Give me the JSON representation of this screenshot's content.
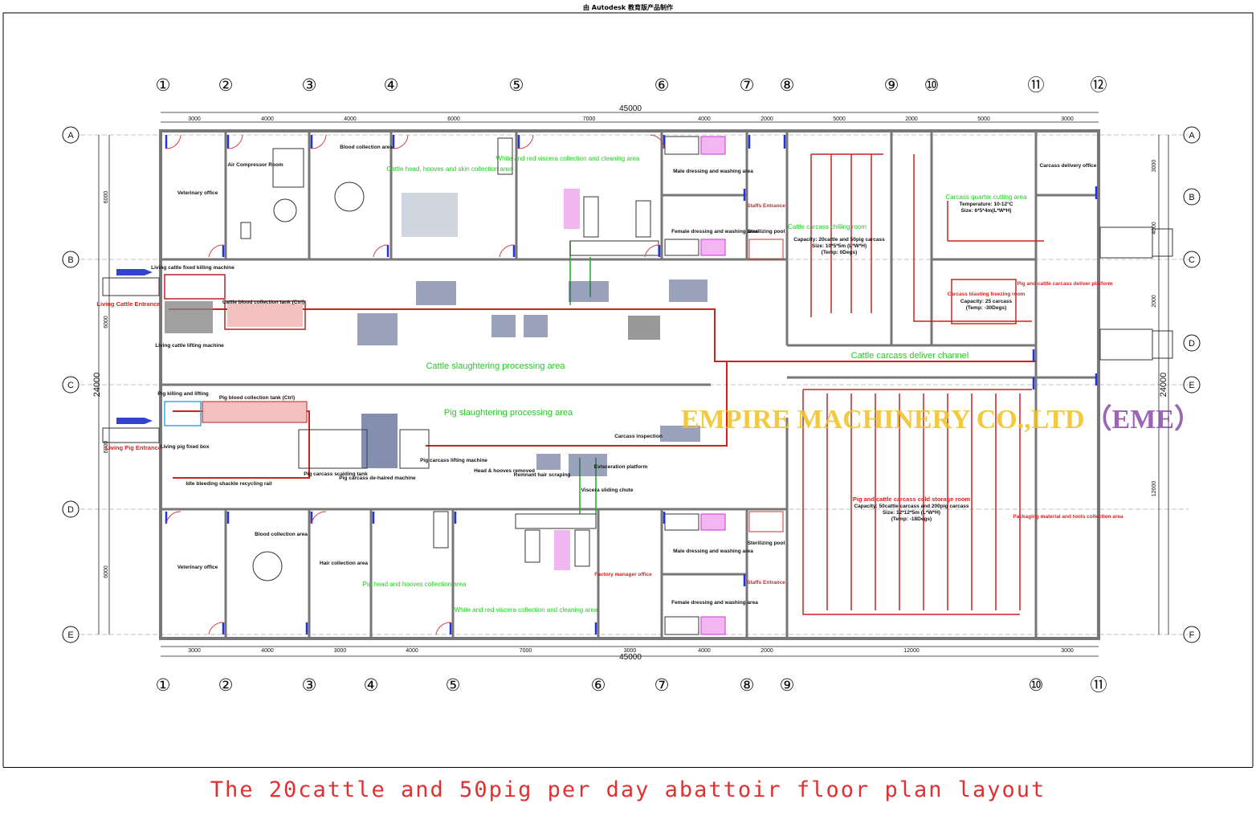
{
  "header_note": "由 Autodesk 教育版产品制作",
  "title": "The 20cattle and 50pig per day abattoir floor plan layout",
  "watermark": {
    "company": "EMPIRE MACHINERY CO.,LTD",
    "suffix": "（EME）"
  },
  "colors": {
    "green_label": "#22cc22",
    "red_label": "#e02020",
    "wall": "#777777",
    "line": "#222222",
    "rail": "#cc2222",
    "door": "#2233dd",
    "watermark": "#f0c020",
    "eme": "#8a4aa8"
  },
  "grid": {
    "top_numbers": [
      "①",
      "②",
      "③",
      "④",
      "⑤",
      "⑥",
      "⑦",
      "⑧",
      "⑨",
      "⑩",
      "⑪",
      "⑫"
    ],
    "bottom_numbers": [
      "①",
      "②",
      "③",
      "④",
      "⑤",
      "⑥",
      "⑦",
      "⑧",
      "⑨",
      "⑩",
      "⑪"
    ],
    "left_letters": [
      "A",
      "B",
      "C",
      "D",
      "E"
    ],
    "right_letters": [
      "A",
      "B",
      "C",
      "D",
      "E",
      "F"
    ]
  },
  "dimensions": {
    "total_width": "45000",
    "total_depth": "24000",
    "top_spans": [
      "3000",
      "4000",
      "4000",
      "6000",
      "7000",
      "4000",
      "2000",
      "5000",
      "2000",
      "5000",
      "3000"
    ],
    "bottom_spans": [
      "3000",
      "4000",
      "3000",
      "4000",
      "7000",
      "3000",
      "4000",
      "2000",
      "12000",
      "3000"
    ],
    "left_spans": [
      "6000",
      "6000",
      "6000",
      "6000"
    ],
    "right_spans": [
      "3000",
      "4000",
      "2000",
      "12000"
    ]
  },
  "labels": {
    "veterinary_office": "Veterinary office",
    "air_compressor": "Air Compressor Room",
    "blood_collection": "Blood collection area",
    "cattle_head": "Cattle head, hooves and skin collection area",
    "white_red_viscera": "White and red viscera collection and cleaning area",
    "male_dressing": "Male dressing and washing area",
    "female_dressing": "Female dressing and washing area",
    "staffs_entrance": "Staffs Entrance",
    "sterilizing_pool": "Sterilizing pool",
    "cattle_chilling": "Cattle carcass chilling room",
    "chilling_spec": "Capacity: 20cattle and 50pig carcass",
    "chilling_size": "Size: 10*5*5m (L*W*H)",
    "chilling_temp": "(Temp: 0Degs)",
    "quarter_cutting": "Carcass quarter cutting area",
    "quarter_temp": "Temperature: 10-12°C",
    "quarter_size": "Size: 6*5*4m(L*W*H)",
    "delivery_office": "Carcass delivery office",
    "deliver_platform": "Pig and cattle carcass deliver platform",
    "blasting_room": "Carcass blasting freezing room",
    "blasting_cap": "Capacity: 25 carcass",
    "blasting_temp": "(Temp: -30Degs)",
    "cattle_deliver_channel": "Cattle carcass deliver channel",
    "living_cattle_entrance": "Living Cattle Entrance",
    "cattle_killing": "Living cattle fixed killing machine",
    "cattle_lifting": "Living cattle lifting machine",
    "cattle_blood_tank": "Cattle blood collection tank (Ctrl)",
    "cattle_area": "Cattle slaughtering processing area",
    "pig_area": "Pig slaughtering processing area",
    "living_pig_entrance": "Living Pig Entrance",
    "pig_killing": "Pig killing and lifting",
    "pig_blood_tank": "Pig blood collection tank (Ctrl)",
    "pig_fixed_box": "Living pig fixed box",
    "pig_scalding": "Pig carcass scalding tank",
    "pig_dehaired": "Pig carcass de-haired machine",
    "pig_lifting": "Pig carcass lifting machine",
    "shackle_rail": "Idle bleeding shackle recycling rail",
    "cold_storage": "Pig and cattle carcass cold storage room",
    "cold_cap": "Capacity: 50cattle carcass and 200pig carcass",
    "cold_size": "Size: 12*12*5m (L*W*H)",
    "cold_temp": "(Temp: -18Degs)",
    "packaging": "Packaging material and tools collection area",
    "hair_collection": "Hair collection area",
    "pig_head": "Pig head and hooves collection area",
    "factory_manager": "Factory manager office",
    "carcass_inspection": "Carcass inspection",
    "evisceration": "Evisceration platform",
    "viscera_chute": "Viscera sliding chute",
    "head_hooves": "Head & hooves removed",
    "remnant_hair": "Remnant hair scraping"
  }
}
